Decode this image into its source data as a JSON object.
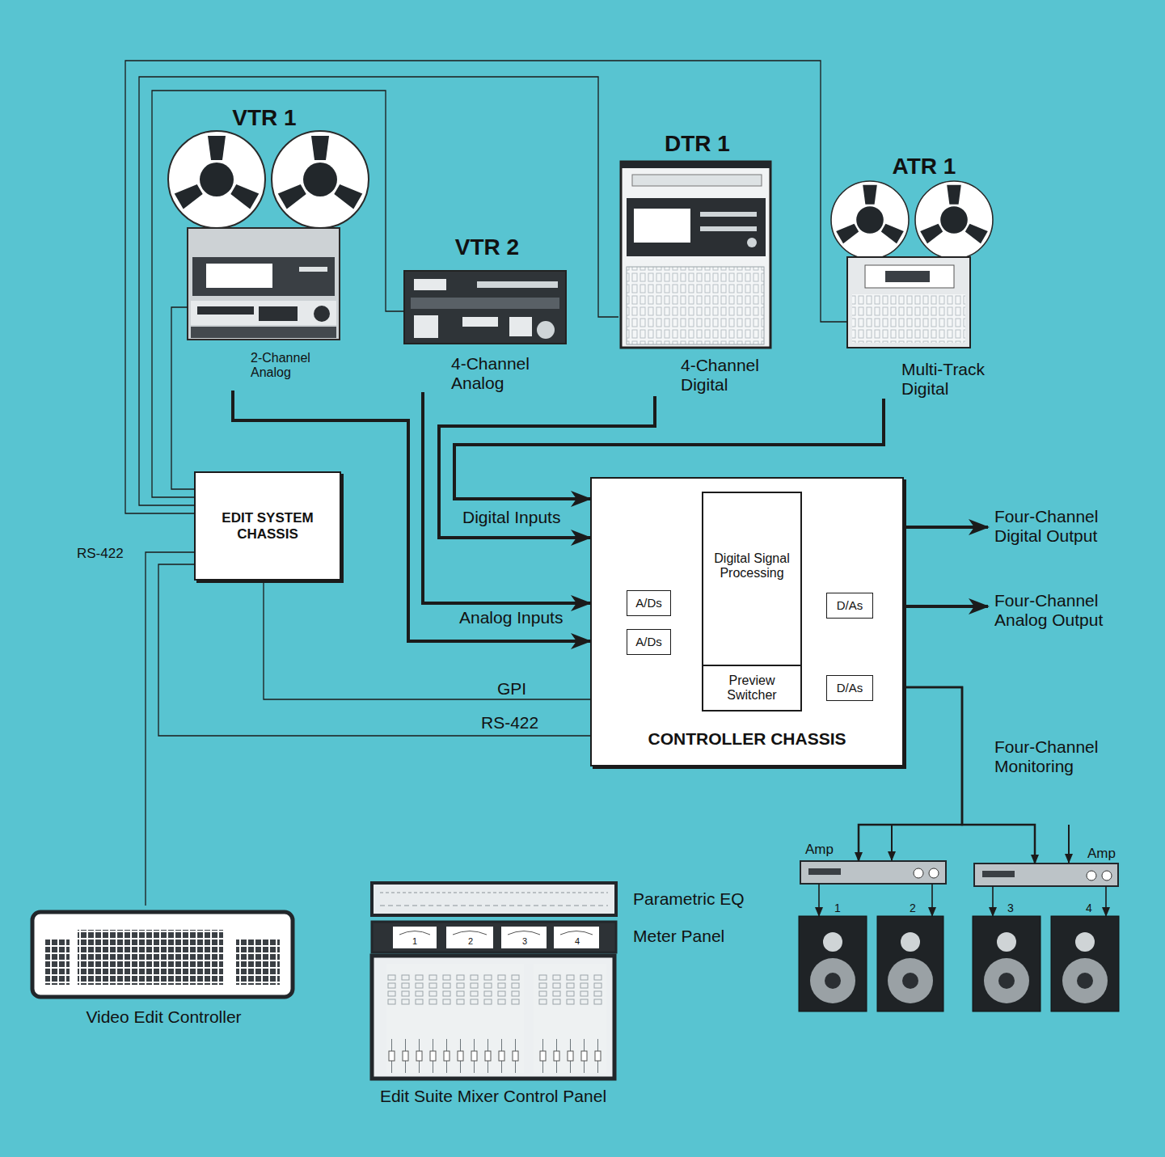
{
  "diagram": {
    "nodes": [
      {
        "text": [
          "VTR 1",
          "2-Channel Analog"
        ]
      },
      {
        "text": [
          "VTR 2",
          "4-Channel Analog"
        ]
      },
      {
        "text": [
          "DTR 1",
          "4-Channel Digital"
        ]
      },
      {
        "text": [
          "ATR 1",
          "Multi-Track Digital"
        ]
      },
      {
        "text": [
          "EDIT SYSTEM CHASSIS"
        ]
      },
      {
        "text": [
          "CONTROLLER CHASSIS"
        ]
      },
      {
        "text": [
          "A/Ds"
        ],
        "in": 5
      },
      {
        "text": [
          "A/Ds"
        ],
        "in": 5
      },
      {
        "text": [
          "Digital Signal Processing"
        ],
        "in": 5
      },
      {
        "text": [
          "Preview Switcher"
        ],
        "in": 8
      },
      {
        "text": [
          "D/As"
        ],
        "in": 5
      },
      {
        "text": [
          "D/As"
        ],
        "in": 5
      },
      {
        "text": [
          "Video Edit Controller"
        ]
      },
      {
        "text": [
          "Parametric EQ"
        ]
      },
      {
        "text": [
          "Meter Panel"
        ]
      },
      {
        "text": [
          "Edit Suite Mixer Control Panel"
        ]
      },
      {
        "text": [
          "Amp"
        ]
      },
      {
        "text": [
          "Amp"
        ]
      },
      {
        "text": [
          "1"
        ]
      },
      {
        "text": [
          "2"
        ]
      },
      {
        "text": [
          "3"
        ]
      },
      {
        "text": [
          "4"
        ]
      }
    ],
    "edges": [
      {
        "from": 0,
        "to": 5,
        "arrow": "to"
      },
      {
        "from": 1,
        "to": 5,
        "arrow": "to"
      },
      {
        "from": 2,
        "to": 5,
        "arrow": "to"
      },
      {
        "from": 3,
        "to": 5,
        "arrow": "to"
      },
      {
        "from": 4,
        "to": 0,
        "arrow": "none"
      },
      {
        "from": 4,
        "to": 1,
        "arrow": "none"
      },
      {
        "from": 4,
        "to": 2,
        "arrow": "none"
      },
      {
        "from": 4,
        "to": 3,
        "arrow": "none"
      },
      {
        "from": 12,
        "to": 4,
        "arrow": "none"
      },
      {
        "from": 4,
        "to": 5,
        "label": "GPI",
        "arrow": "none"
      },
      {
        "from": 4,
        "to": 5,
        "label": "RS-422",
        "arrow": "none"
      },
      {
        "from": 6,
        "to": 8,
        "arrow": "to"
      },
      {
        "from": 7,
        "to": 8,
        "arrow": "to"
      },
      {
        "from": 8,
        "to": 10,
        "arrow": "to"
      },
      {
        "from": 9,
        "to": 11,
        "arrow": "to"
      },
      {
        "from": 5,
        "to": 16,
        "arrow": "to"
      },
      {
        "from": 5,
        "to": 17,
        "arrow": "to"
      },
      {
        "from": 16,
        "to": 18,
        "arrow": "to"
      },
      {
        "from": 16,
        "to": 19,
        "arrow": "to"
      },
      {
        "from": 17,
        "to": 20,
        "arrow": "to"
      },
      {
        "from": 17,
        "to": 21,
        "arrow": "to"
      }
    ],
    "labels": [
      "RS-422",
      "Digital Inputs",
      "Analog Inputs",
      "Four-Channel Digital Output",
      "Four-Channel Analog Output",
      "Four-Channel Monitoring",
      "1",
      "2",
      "3",
      "4"
    ]
  }
}
